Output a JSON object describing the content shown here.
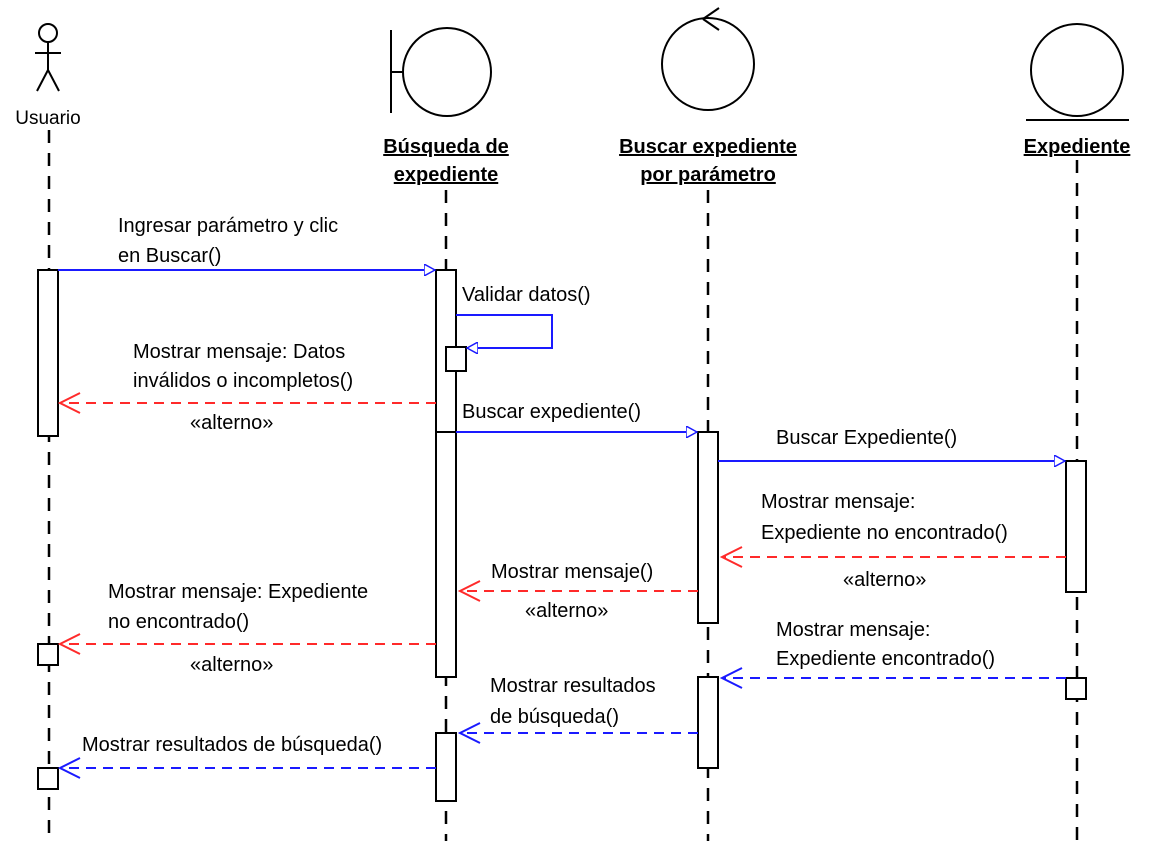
{
  "participants": {
    "usuario": "Usuario",
    "busqueda": [
      "Búsqueda de",
      "expediente"
    ],
    "buscar": [
      "Buscar expediente",
      "por parámetro"
    ],
    "expediente": "Expediente"
  },
  "messages": {
    "m1": [
      "Ingresar parámetro y clic",
      "en Buscar()"
    ],
    "m2": "Validar datos()",
    "m3": [
      "Mostrar mensaje: Datos",
      "inválidos o incompletos()"
    ],
    "m3_stereo": "«alterno»",
    "m4": "Buscar expediente()",
    "m5": "Buscar Expediente()",
    "m6": [
      "Mostrar mensaje:",
      "Expediente no encontrado()"
    ],
    "m6_stereo": "«alterno»",
    "m7": "Mostrar mensaje()",
    "m7_stereo": "«alterno»",
    "m8": [
      "Mostrar mensaje: Expediente",
      "no encontrado()"
    ],
    "m8_stereo": "«alterno»",
    "m9": [
      "Mostrar mensaje:",
      "Expediente encontrado()"
    ],
    "m10": [
      "Mostrar resultados",
      "de búsqueda()"
    ],
    "m11": "Mostrar resultados de búsqueda()"
  },
  "colors": {
    "call": "#1a1aff",
    "alternate_return": "#ff2a2a",
    "return": "#1a1aff"
  }
}
